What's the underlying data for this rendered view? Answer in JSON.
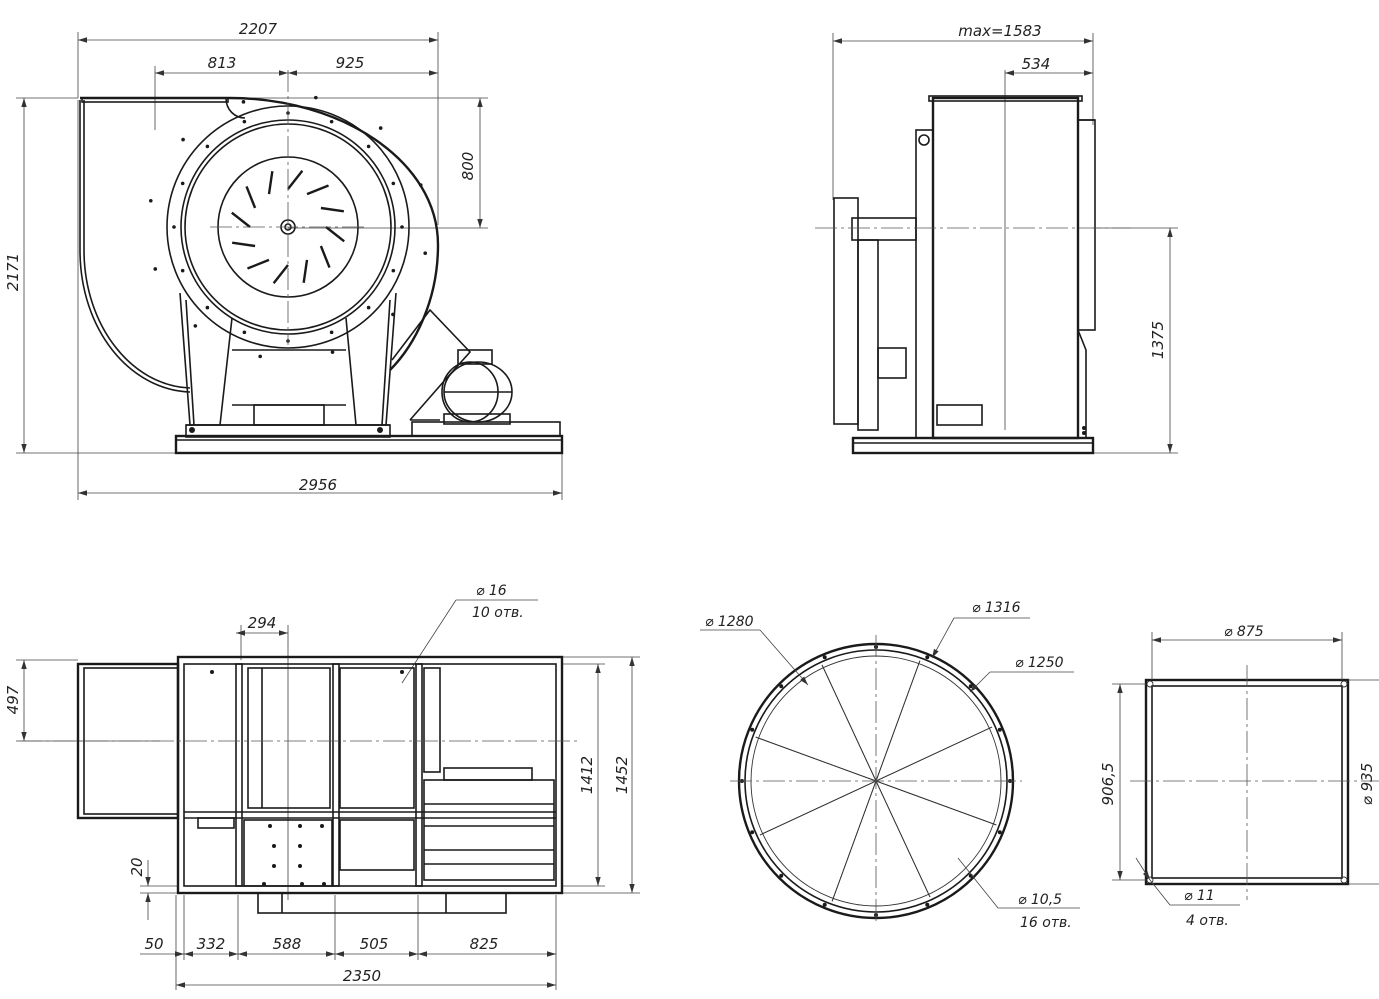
{
  "front_view": {
    "dim_overall_width": "2207",
    "dim_left_offset": "813",
    "dim_right_offset": "925",
    "dim_outlet_height": "800",
    "dim_total_height": "2171",
    "dim_base_length": "2956"
  },
  "side_view": {
    "dim_max_width": "max=1583",
    "dim_outlet_offset": "534",
    "dim_axis_height": "1375"
  },
  "plan_view": {
    "dim_inlet_offset": "294",
    "hole_callout_size": "⌀ 16",
    "hole_callout_count": "10 отв.",
    "dim_inlet_height": "497",
    "dim_frame_inner": "1412",
    "dim_frame_outer": "1452",
    "dim_small_gap": "20",
    "dim_seg1": "50",
    "dim_seg2": "332",
    "dim_seg3": "588",
    "dim_seg4": "505",
    "dim_seg5": "825",
    "dim_total_length": "2350"
  },
  "inlet_flange": {
    "dim_outer_diameter": "⌀ 1316",
    "dim_bolt_circle": "⌀ 1280",
    "dim_inner_diameter": "⌀ 1250",
    "hole_size": "⌀ 10,5",
    "hole_count": "16 отв."
  },
  "outlet_flange": {
    "dim_width": "⌀ 875",
    "dim_height": "906,5",
    "dim_right_partial": "⌀ 935",
    "hole_size": "⌀ 11",
    "hole_count": "4 отв."
  }
}
